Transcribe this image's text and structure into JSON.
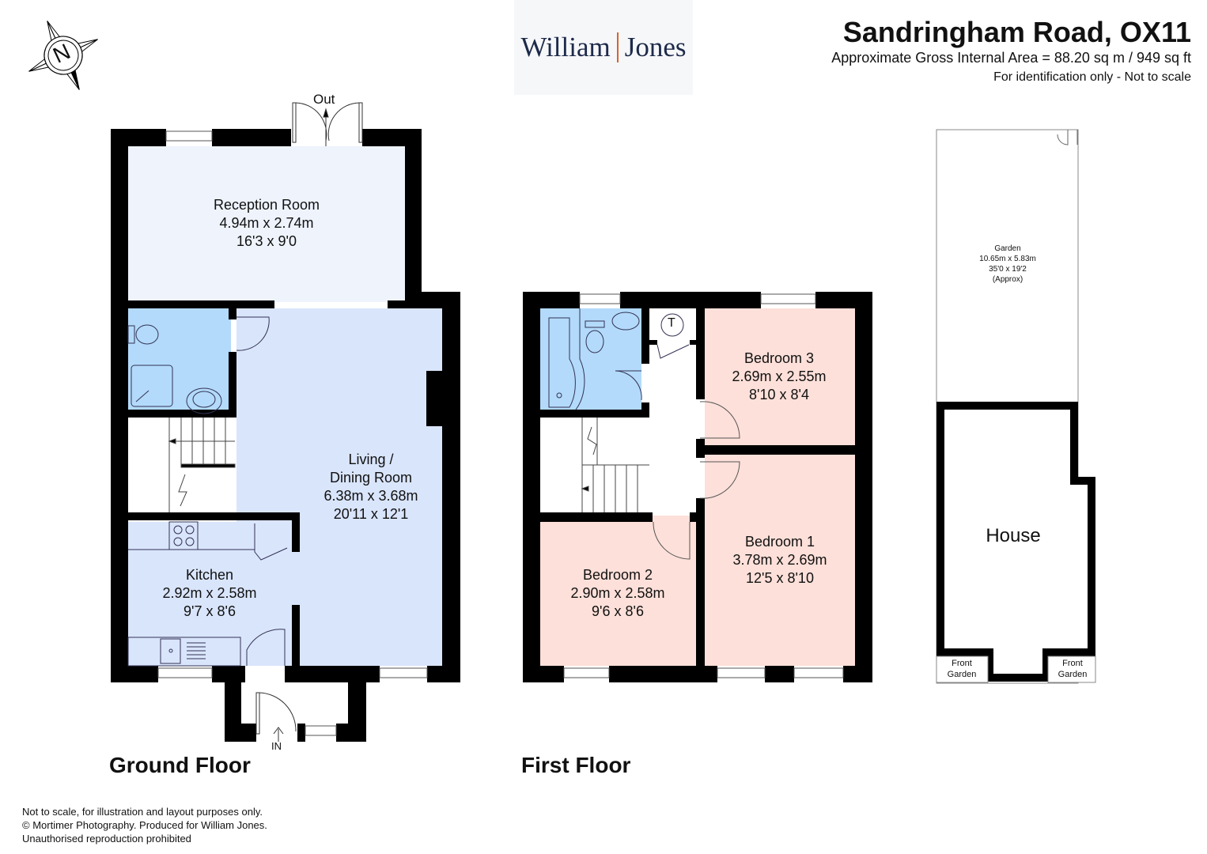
{
  "header": {
    "title": "Sandringham Road, OX11",
    "area": "Approximate Gross Internal Area = 88.20 sq m / 949 sq ft",
    "note": "For identification only - Not to scale"
  },
  "logo": {
    "first": "William",
    "second": "Jones",
    "accent_color": "#d9632a",
    "text_color": "#1d2a4a"
  },
  "compass": {
    "letter": "N",
    "icon": "compass-icon"
  },
  "ground_floor": {
    "label": "Ground Floor",
    "out_label": "Out",
    "in_label": "IN",
    "rooms": {
      "reception": {
        "name": "Reception Room",
        "metric": "4.94m x 2.74m",
        "imperial": "16'3 x 9'0"
      },
      "living": {
        "name_line1": "Living /",
        "name_line2": "Dining Room",
        "metric": "6.38m x 3.68m",
        "imperial": "20'11 x 12'1"
      },
      "kitchen": {
        "name": "Kitchen",
        "metric": "2.92m x 2.58m",
        "imperial": "9'7 x 8'6"
      }
    }
  },
  "first_floor": {
    "label": "First Floor",
    "cylinder_label": "T",
    "rooms": {
      "bedroom3": {
        "name": "Bedroom 3",
        "metric": "2.69m x 2.55m",
        "imperial": "8'10 x 8'4"
      },
      "bedroom1": {
        "name": "Bedroom 1",
        "metric": "3.78m x 2.69m",
        "imperial": "12'5 x 8'10"
      },
      "bedroom2": {
        "name": "Bedroom 2",
        "metric": "2.90m x 2.58m",
        "imperial": "9'6 x 8'6"
      }
    }
  },
  "site_plan": {
    "garden": {
      "name": "Garden",
      "metric": "10.65m x 5.83m",
      "imperial": "35'0 x 19'2",
      "note": "(Approx)"
    },
    "house": "House",
    "front_garden_left": {
      "line1": "Front",
      "line2": "Garden"
    },
    "front_garden_right": {
      "line1": "Front",
      "line2": "Garden"
    }
  },
  "footer": {
    "line1": "Not to scale, for illustration and layout purposes only.",
    "line2": "© Mortimer Photography. Produced for William Jones.",
    "line3": "Unauthorised reproduction prohibited"
  },
  "colors": {
    "wall": "#000000",
    "reception_fill": "#eef3fc",
    "living_fill": "#d9e5fb",
    "bathroom_fill": "#b3dafa",
    "bedroom_fill": "#fde0d9",
    "landing_fill": "#ffffff"
  }
}
